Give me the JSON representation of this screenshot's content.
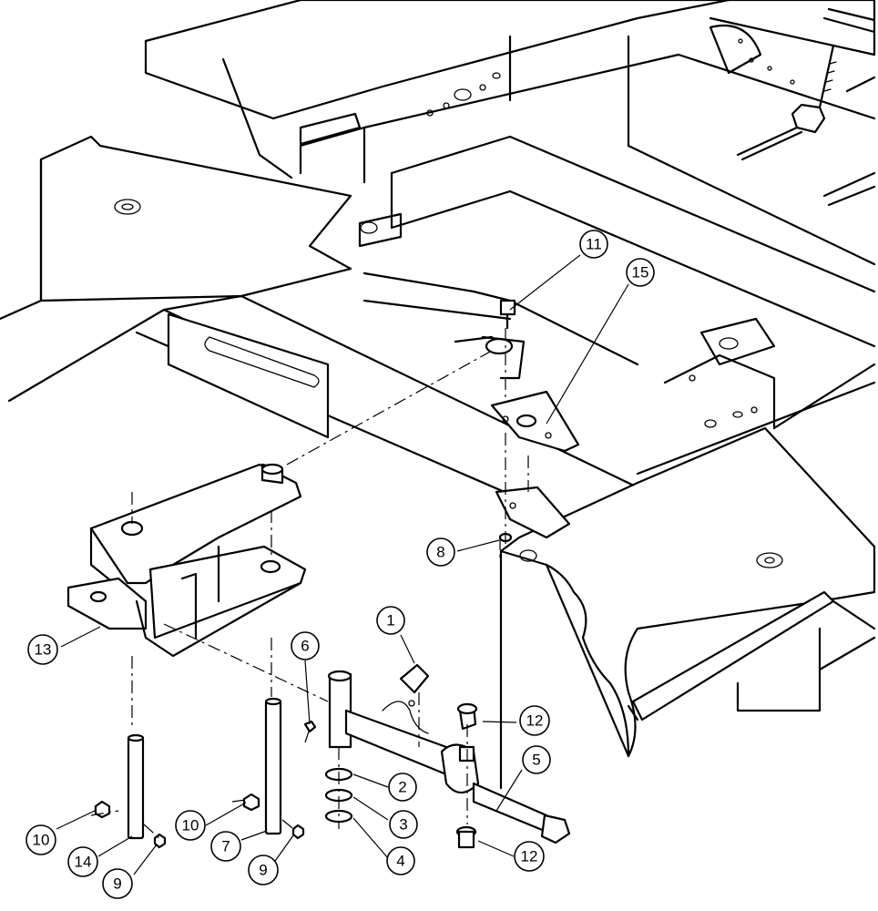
{
  "callouts": [
    {
      "label": "11"
    },
    {
      "label": "15"
    },
    {
      "label": "8"
    },
    {
      "label": "1"
    },
    {
      "label": "6"
    },
    {
      "label": "13"
    },
    {
      "label": "12"
    },
    {
      "label": "5"
    },
    {
      "label": "2"
    },
    {
      "label": "3"
    },
    {
      "label": "4"
    },
    {
      "label": "12"
    },
    {
      "label": "10"
    },
    {
      "label": "10"
    },
    {
      "label": "14"
    },
    {
      "label": "9"
    },
    {
      "label": "7"
    },
    {
      "label": "9"
    }
  ]
}
